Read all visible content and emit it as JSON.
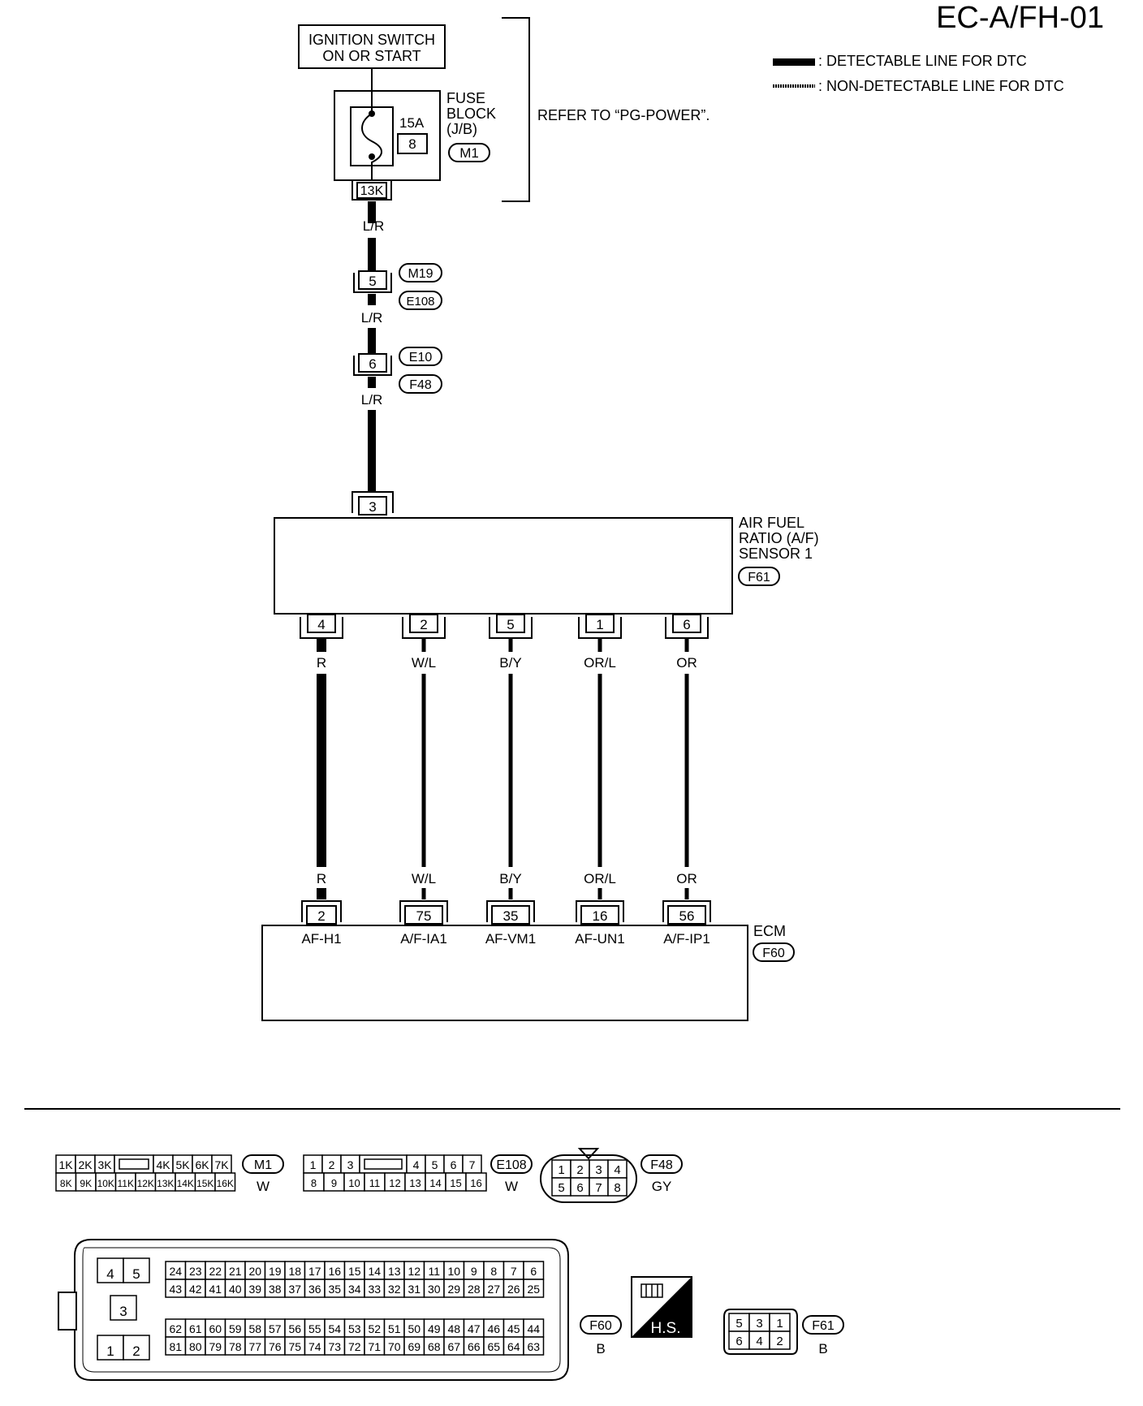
{
  "header": {
    "code": "EC-A/FH-01"
  },
  "legend": {
    "detectable": ": DETECTABLE LINE FOR DTC",
    "non_detectable": ": NON-DETECTABLE LINE FOR DTC"
  },
  "power": {
    "ignition_line1": "IGNITION SWITCH",
    "ignition_line2": "ON OR START",
    "fuse_rating": "15A",
    "fuse_number": "8",
    "fuse_label1": "FUSE",
    "fuse_label2": "BLOCK",
    "fuse_label3": "(J/B)",
    "fuse_connector": "M1",
    "fuse_terminal": "13K",
    "refer": "REFER TO “PG-POWER”."
  },
  "harness": {
    "wire_color": "L/R",
    "joint1": {
      "pin": "5",
      "conn_a": "M19",
      "conn_b": "E108"
    },
    "joint2": {
      "pin": "6",
      "conn_a": "E10",
      "conn_b": "F48"
    }
  },
  "sensor": {
    "label1": "AIR FUEL",
    "label2": "RATIO (A/F)",
    "label3": "SENSOR 1",
    "connector": "F61",
    "top_pin": "3",
    "pins": [
      "4",
      "2",
      "5",
      "1",
      "6"
    ]
  },
  "wires": [
    {
      "color": "R",
      "ecm_pin": "2",
      "ecm_name": "AF-H1",
      "detectable": true
    },
    {
      "color": "W/L",
      "ecm_pin": "75",
      "ecm_name": "A/F-IA1",
      "detectable": false
    },
    {
      "color": "B/Y",
      "ecm_pin": "35",
      "ecm_name": "AF-VM1",
      "detectable": false
    },
    {
      "color": "OR/L",
      "ecm_pin": "16",
      "ecm_name": "AF-UN1",
      "detectable": false
    },
    {
      "color": "OR",
      "ecm_pin": "56",
      "ecm_name": "A/F-IP1",
      "detectable": false
    }
  ],
  "ecm": {
    "label": "ECM",
    "connector": "F60"
  },
  "connectors": {
    "m1": {
      "name": "M1",
      "color": "W",
      "row1": [
        "1K",
        "2K",
        "3K",
        "",
        "4K",
        "5K",
        "6K",
        "7K"
      ],
      "row2": [
        "8K",
        "9K",
        "10K",
        "11K",
        "12K",
        "13K",
        "14K",
        "15K",
        "16K"
      ]
    },
    "e108": {
      "name": "E108",
      "color": "W",
      "row1": [
        "1",
        "2",
        "3",
        "",
        "4",
        "5",
        "6",
        "7"
      ],
      "row2": [
        "8",
        "9",
        "10",
        "11",
        "12",
        "13",
        "14",
        "15",
        "16"
      ]
    },
    "f48": {
      "name": "F48",
      "color": "GY",
      "row1": [
        "1",
        "2",
        "3",
        "4"
      ],
      "row2": [
        "5",
        "6",
        "7",
        "8"
      ]
    },
    "f60": {
      "name": "F60",
      "color": "B",
      "left_top": [
        "4",
        "5"
      ],
      "left_mid": [
        "3"
      ],
      "left_bot": [
        "1",
        "2"
      ],
      "upper_row1": [
        "24",
        "23",
        "22",
        "21",
        "20",
        "19",
        "18",
        "17",
        "16",
        "15",
        "14",
        "13",
        "12",
        "11",
        "10",
        "9",
        "8",
        "7",
        "6"
      ],
      "upper_row2": [
        "43",
        "42",
        "41",
        "40",
        "39",
        "38",
        "37",
        "36",
        "35",
        "34",
        "33",
        "32",
        "31",
        "30",
        "29",
        "28",
        "27",
        "26",
        "25"
      ],
      "lower_row1": [
        "62",
        "61",
        "60",
        "59",
        "58",
        "57",
        "56",
        "55",
        "54",
        "53",
        "52",
        "51",
        "50",
        "49",
        "48",
        "47",
        "46",
        "45",
        "44"
      ],
      "lower_row2": [
        "81",
        "80",
        "79",
        "78",
        "77",
        "76",
        "75",
        "74",
        "73",
        "72",
        "71",
        "70",
        "69",
        "68",
        "67",
        "66",
        "65",
        "64",
        "63"
      ]
    },
    "hs": {
      "label": "H.S."
    },
    "f61": {
      "name": "F61",
      "color": "B",
      "row1": [
        "5",
        "3",
        "1"
      ],
      "row2": [
        "6",
        "4",
        "2"
      ]
    }
  }
}
